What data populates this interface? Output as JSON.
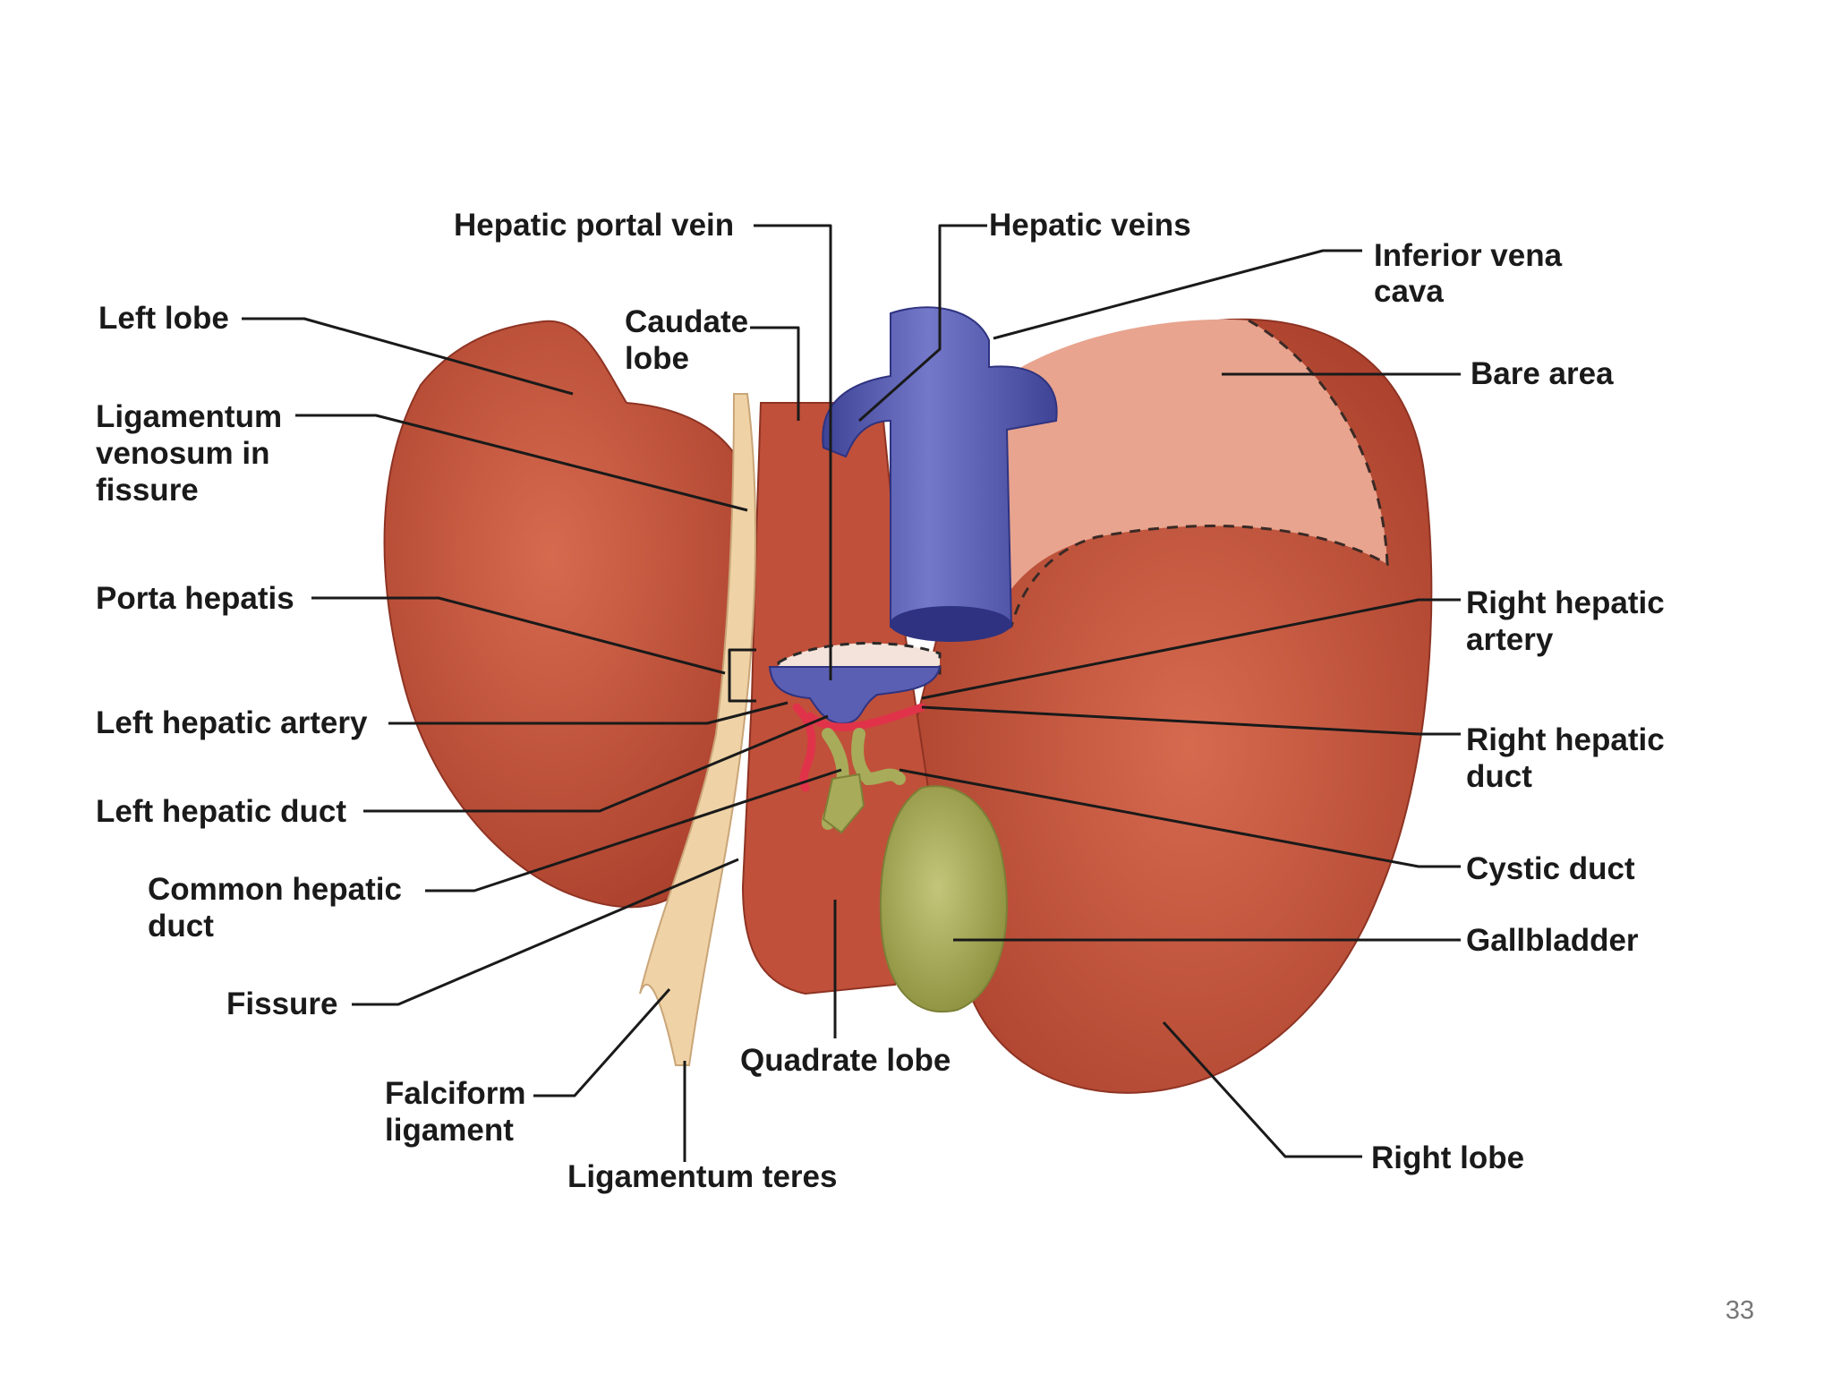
{
  "labels": {
    "hepatic_portal_vein": "Hepatic portal vein",
    "hepatic_veins": "Hepatic veins",
    "inferior_vena_cava": [
      "Inferior vena",
      "cava"
    ],
    "left_lobe": "Left lobe",
    "caudate_lobe": [
      "Caudate",
      "lobe"
    ],
    "bare_area": "Bare area",
    "ligamentum_venosum": [
      "Ligamentum",
      "venosum in",
      "fissure"
    ],
    "porta_hepatis": "Porta hepatis",
    "right_hepatic_artery": [
      "Right hepatic",
      "artery"
    ],
    "left_hepatic_artery": "Left hepatic artery",
    "right_hepatic_duct": [
      "Right hepatic",
      "duct"
    ],
    "left_hepatic_duct": "Left hepatic duct",
    "cystic_duct": "Cystic duct",
    "common_hepatic_duct": [
      "Common hepatic",
      "duct"
    ],
    "gallbladder": "Gallbladder",
    "fissure": "Fissure",
    "quadrate_lobe": "Quadrate lobe",
    "falciform_ligament": [
      "Falciform",
      "ligament"
    ],
    "right_lobe": "Right lobe",
    "ligamentum_teres": "Ligamentum teres"
  },
  "page_number": "33",
  "colors": {
    "liver": "#c8553d",
    "liver_dark": "#a63b28",
    "bare_area": "#e8a48e",
    "vein": "#5a5fb4",
    "gallbladder": "#a7ab5a",
    "ligament": "#efd2a6",
    "artery": "#e0334a"
  }
}
